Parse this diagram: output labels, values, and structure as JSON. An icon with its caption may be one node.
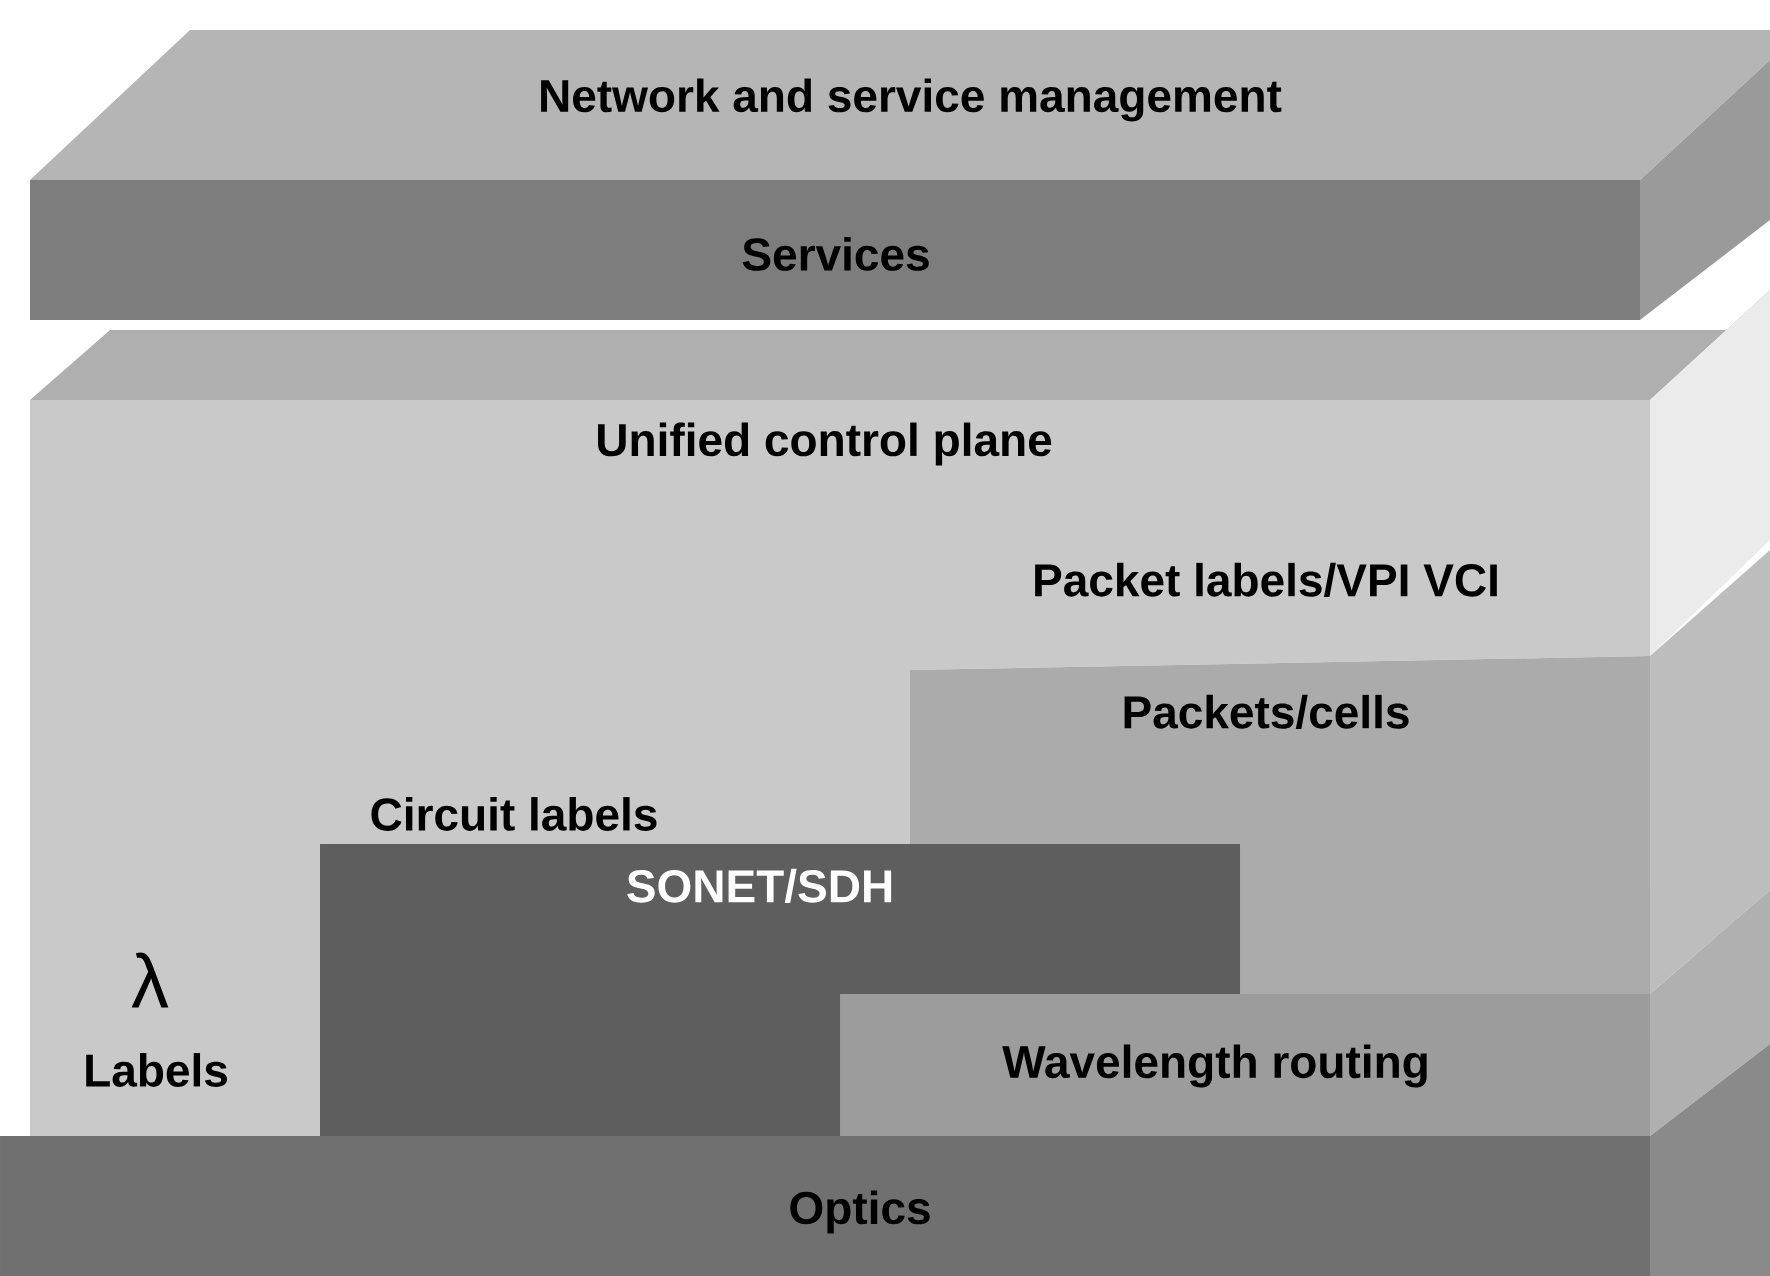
{
  "diagram": {
    "nodes": [
      {
        "text": [
          "Network and service management"
        ]
      },
      {
        "text": [
          "Services"
        ]
      },
      {
        "text": [
          "Unified control plane"
        ]
      },
      {
        "text": [
          "Packet labels/VPI VCI"
        ],
        "in": 2
      },
      {
        "text": [
          "Packets/cells"
        ]
      },
      {
        "text": [
          "Circuit labels"
        ],
        "in": 2
      },
      {
        "text": [
          "SONET/SDH"
        ],
        "in": 2
      },
      {
        "text": [
          "λ",
          "Labels"
        ],
        "in": 2
      },
      {
        "text": [
          "Wavelength routing"
        ]
      },
      {
        "text": [
          "Optics"
        ]
      }
    ]
  }
}
